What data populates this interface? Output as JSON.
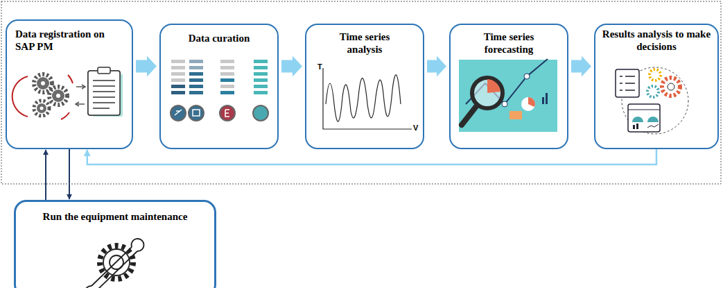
{
  "diagram": {
    "nodes": [
      {
        "text": [
          "Data registration on SAP PM"
        ]
      },
      {
        "text": [
          "Data curation"
        ]
      },
      {
        "text": [
          "Time series analysis"
        ]
      },
      {
        "text": [
          "Time series forecasting"
        ]
      },
      {
        "text": [
          "Results analysis to make decisions"
        ]
      },
      {
        "text": [
          "Run the equipment maintenance"
        ]
      }
    ],
    "edges": [
      {
        "from": 0,
        "to": 1,
        "arrow": "to"
      },
      {
        "from": 1,
        "to": 2,
        "arrow": "to"
      },
      {
        "from": 2,
        "to": 3,
        "arrow": "to"
      },
      {
        "from": 3,
        "to": 4,
        "arrow": "to"
      },
      {
        "from": 4,
        "to": 0,
        "arrow": "to"
      },
      {
        "from": 5,
        "to": 0,
        "arrow": "to"
      },
      {
        "from": 0,
        "to": 5,
        "arrow": "to"
      }
    ],
    "labels": [
      "T",
      "V"
    ]
  }
}
